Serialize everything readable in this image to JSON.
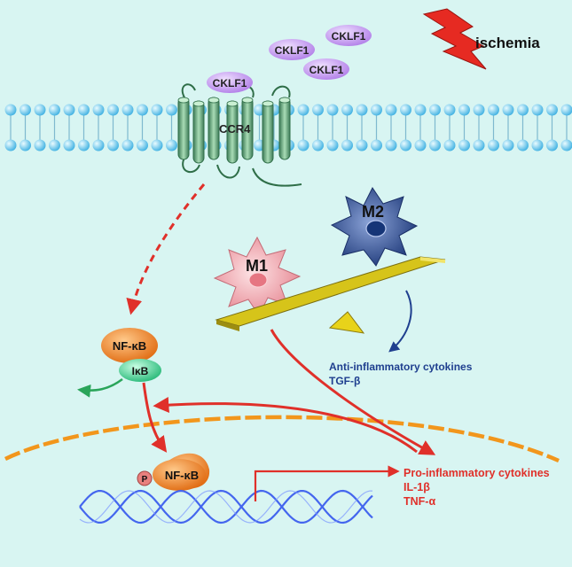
{
  "ligands": {
    "cklf1_a": "CKLF1",
    "cklf1_b": "CKLF1",
    "cklf1_c": "CKLF1",
    "cklf1_bound": "CKLF1"
  },
  "stimulus": {
    "label": "ischemia"
  },
  "receptor": {
    "label": "CCR4"
  },
  "macrophages": {
    "m1": "M1",
    "m2": "M2"
  },
  "signaling": {
    "nfkb_top": "NF-κB",
    "ikb": "IκB",
    "nfkb_nuclear": "NF-κB",
    "phospho": "P"
  },
  "anti_inflammatory": {
    "title": "Anti-inflammatory cytokines",
    "item1": "TGF-β"
  },
  "pro_inflammatory": {
    "title": "Pro-inflammatory cytokines",
    "item1": "IL-1β",
    "item2": "TNF-α"
  },
  "colors": {
    "background": "#d8f5f2",
    "lipid_head": "#5ec3ec",
    "helix": "#6fae84",
    "cklf1": "#c89cf0",
    "m1": "#f09aa2",
    "m2": "#2e4a8c",
    "seesaw": "#d6c41a",
    "red_arrow": "#e0302a",
    "green_arrow": "#2aa55a",
    "blue_arrow": "#1f3f8f",
    "nfkb": "#ee7d1c",
    "ikb": "#3fd08a",
    "dna": "#4466ee"
  }
}
